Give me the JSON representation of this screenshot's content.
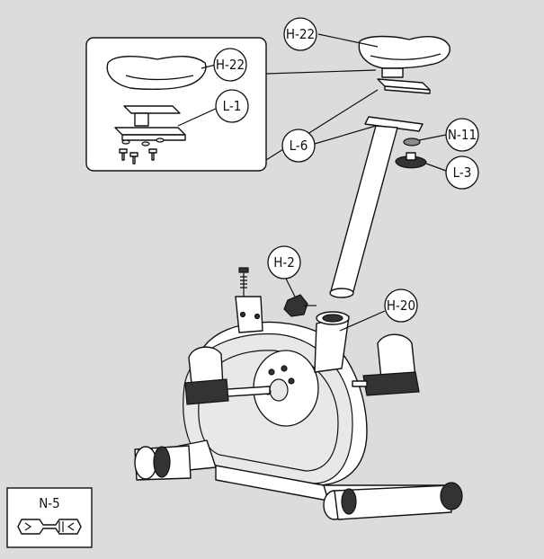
{
  "callouts": {
    "h22_top": "H-22",
    "h22_inset": "H-22",
    "l1": "L-1",
    "l6": "L-6",
    "n11": "N-11",
    "l3": "L-3",
    "h2": "H-2",
    "h20": "H-20"
  },
  "tool_box": {
    "label": "N-5",
    "icon": "wrench-icon"
  },
  "colors": {
    "background": "#dcdcdc",
    "line": "#111111",
    "panel": "#ffffff"
  }
}
